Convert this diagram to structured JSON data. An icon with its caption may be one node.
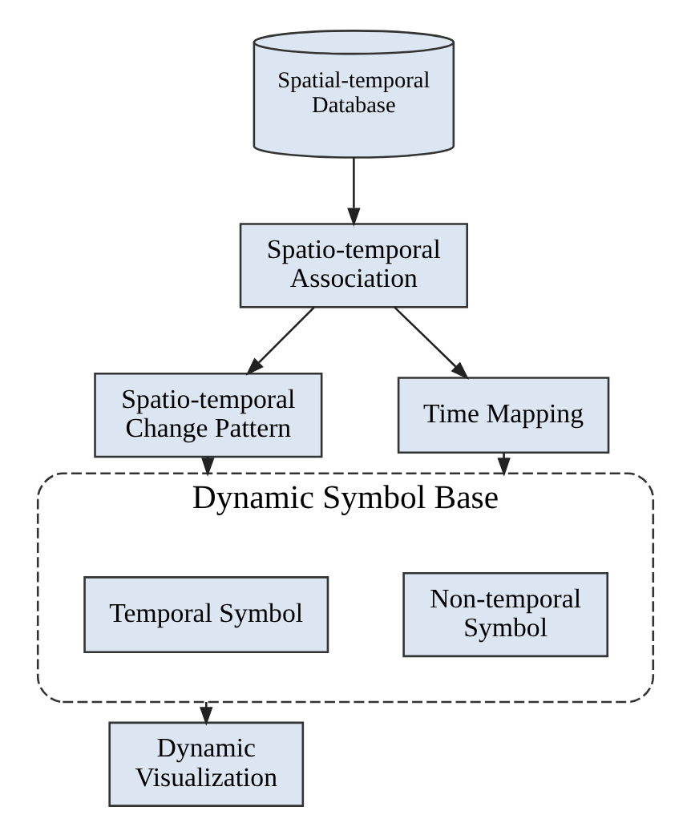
{
  "diagram": {
    "nodes": [
      {
        "text": [
          "Spatial-temporal Database"
        ]
      },
      {
        "text": [
          "Spatio-temporal Association"
        ]
      },
      {
        "text": [
          "Spatio-temporal Change Pattern"
        ]
      },
      {
        "text": [
          "Time Mapping"
        ]
      },
      {
        "text": [
          "Dynamic Symbol Base"
        ]
      },
      {
        "text": [
          "Temporal Symbol"
        ],
        "in": 4
      },
      {
        "text": [
          "Non-temporal Symbol"
        ],
        "in": 4
      },
      {
        "text": [
          "Dynamic Visualization"
        ]
      }
    ],
    "edges": [
      {
        "from": 0,
        "to": 1,
        "arrow": "to"
      },
      {
        "from": 1,
        "to": 2,
        "arrow": "to"
      },
      {
        "from": 1,
        "to": 3,
        "arrow": "to"
      },
      {
        "from": 2,
        "to": 4,
        "arrow": "to"
      },
      {
        "from": 3,
        "to": 4,
        "arrow": "to"
      },
      {
        "from": 4,
        "to": 7,
        "arrow": "to"
      }
    ]
  }
}
